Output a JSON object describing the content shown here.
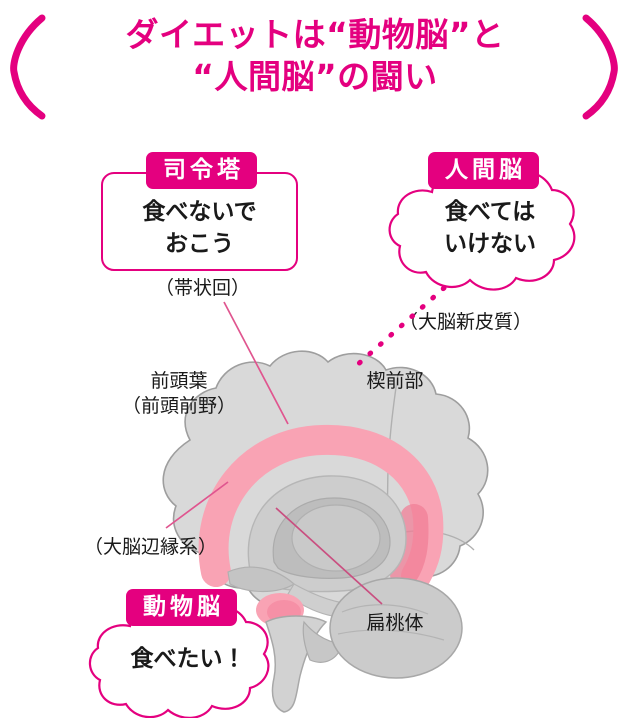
{
  "title": {
    "line1": "ダイエットは“動物脳”と",
    "line2": "“人間脳”の闘い",
    "bracket_left": "left-decorative-bracket",
    "bracket_right": "right-decorative-bracket",
    "color": "#e4007f"
  },
  "colors": {
    "magenta": "#e4007f",
    "pink_highlight": "#f9a3b4",
    "brain_light_gray": "#d9d9d9",
    "brain_mid_gray": "#c7c7c7",
    "brain_dark_gray": "#b4b4b4",
    "text_black": "#1a1a1a",
    "leader_line": "#e0558f"
  },
  "callouts": {
    "commander": {
      "badge": "司令塔",
      "text": "食べないで\nおこう",
      "caption": "（帯状回）",
      "shape": "rounded-box"
    },
    "human_brain": {
      "badge": "人間脳",
      "text": "食べては\nいけない",
      "caption": "（大脳新皮質）",
      "shape": "thought-cloud"
    },
    "animal_brain": {
      "badge": "動物脳",
      "text": "食べたい！",
      "caption": "",
      "shape": "thought-cloud"
    }
  },
  "brain_labels": {
    "frontal_lobe": "前頭葉\n（前頭前野）",
    "precuneus": "楔前部",
    "limbic_system": "（大脳辺縁系）",
    "amygdala": "扁桃体"
  }
}
